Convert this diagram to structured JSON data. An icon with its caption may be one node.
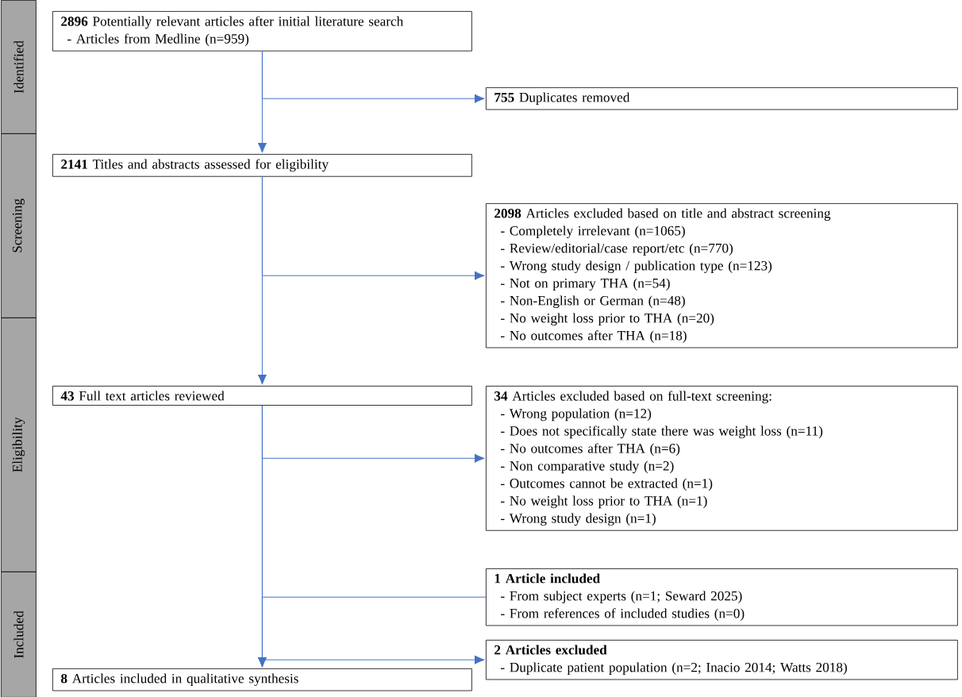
{
  "diagram": {
    "nodes": [
      {
        "text": [
          "Identified"
        ]
      },
      {
        "text": [
          "Screening"
        ]
      },
      {
        "text": [
          "Eligibility"
        ]
      },
      {
        "text": [
          "Included"
        ]
      },
      {
        "text": [
          "**2896** Potentially relevant articles after initial literature search",
          "- Articles from Medline (n=959)"
        ]
      },
      {
        "text": [
          "**755** Duplicates removed"
        ]
      },
      {
        "text": [
          "**2141** Titles and abstracts assessed for eligibility"
        ]
      },
      {
        "text": [
          "**2098** Articles excluded based on title and abstract screening",
          "- Completely irrelevant (n=1065)",
          "- Review/editorial/case report/etc (n=770)",
          "- Wrong study design / publication type (n=123)",
          "- Not on primary THA (n=54)",
          "- Non-English or German (n=48)",
          "- No weight loss prior to THA (n=20)",
          "- No outcomes after THA (n=18)"
        ]
      },
      {
        "text": [
          "**43** Full text articles reviewed"
        ]
      },
      {
        "text": [
          "**34** Articles excluded based on full-text screening:",
          "- Wrong population (n=12)",
          "- Does not specifically state there was weight loss (n=11)",
          "- No outcomes after THA (n=6)",
          "- Non comparative study (n=2)",
          "- Outcomes cannot be extracted (n=1)",
          "- No weight loss prior to THA (n=1)",
          "- Wrong study design (n=1)"
        ]
      },
      {
        "text": [
          "1 Article included",
          "- From subject experts (n=1; Seward 2025)",
          "- From references of included studies (n=0)"
        ]
      },
      {
        "text": [
          "2 Articles excluded",
          "- Duplicate patient population (n=2; Inacio 2014; Watts 2018)"
        ]
      },
      {
        "text": [
          "**8** Articles included in qualitative synthesis"
        ]
      }
    ],
    "edges": [
      {
        "from": 4,
        "to": 6,
        "arrow": "to"
      },
      {
        "from": 4,
        "to": 5,
        "arrow": "to"
      },
      {
        "from": 6,
        "to": 8,
        "arrow": "to"
      },
      {
        "from": 6,
        "to": 7,
        "arrow": "to"
      },
      {
        "from": 8,
        "to": 12,
        "arrow": "to"
      },
      {
        "from": 8,
        "to": 9,
        "arrow": "to"
      },
      {
        "from": 10,
        "to": 12,
        "arrow": "to"
      },
      {
        "from": 8,
        "to": 11,
        "arrow": "to"
      }
    ]
  }
}
